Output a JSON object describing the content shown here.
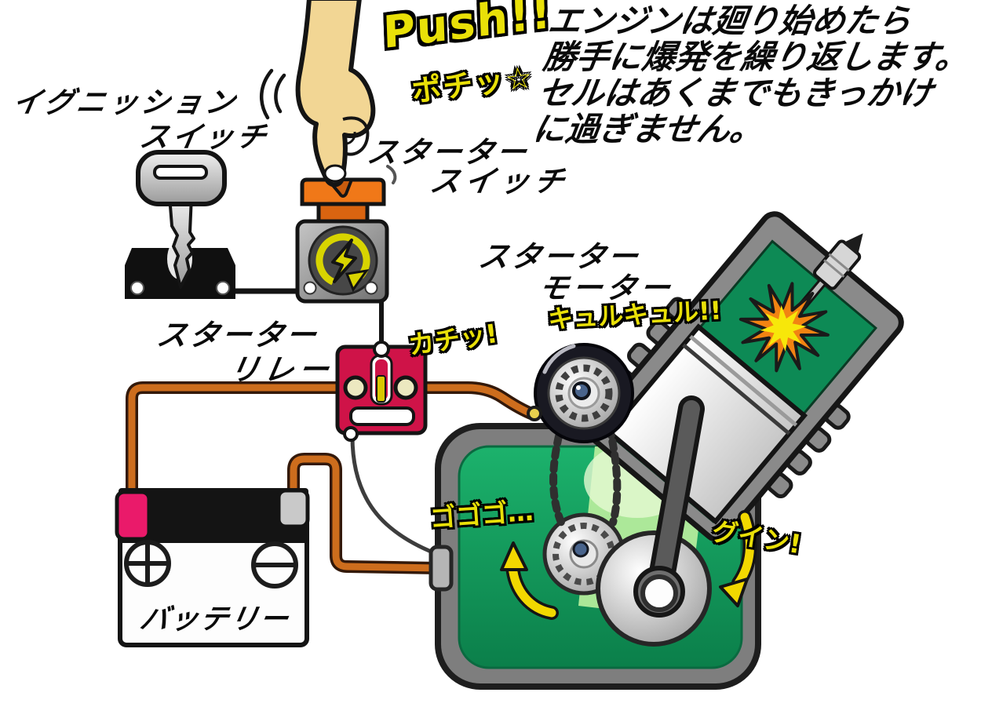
{
  "description": {
    "lines": [
      "エンジンは廻り始めたら",
      "勝手に爆発を繰り返します。",
      "セルはあくまでもきっかけ",
      "に過ぎません。"
    ]
  },
  "labels": {
    "ignition_switch": {
      "line1": "イグニッション",
      "line2": "スイッチ"
    },
    "starter_switch": {
      "line1": "スターター",
      "line2": "スイッチ"
    },
    "starter_motor": {
      "line1": "スターター",
      "line2": "モーター"
    },
    "starter_relay": {
      "line1": "スターター",
      "line2": "リレー"
    },
    "battery": "バッテリー"
  },
  "sfx": {
    "push": "Push!!",
    "pochi": "ポチッ☆",
    "kachi": "カチッ!",
    "kyuru": "キュルキュル!!",
    "gogogo": "ゴゴゴ…",
    "guin": "グイン!"
  },
  "icons": {
    "battery_plus": "⊕",
    "battery_minus": "⊖",
    "starter_switch_symbol": "lightning-bolt-in-circular-arrow",
    "ignition_key": "key-icon",
    "pressing_hand": "finger-press-icon"
  },
  "colors": {
    "sfx_yellow": "#e9e008",
    "wire_orange": "#cd6d1d",
    "relay_red": "#cf1348",
    "battery_terminal_pink": "#ea1a6a",
    "engine_green": "#12a25f",
    "button_orange": "#f07818",
    "arrow_yellow": "#f2d800"
  }
}
